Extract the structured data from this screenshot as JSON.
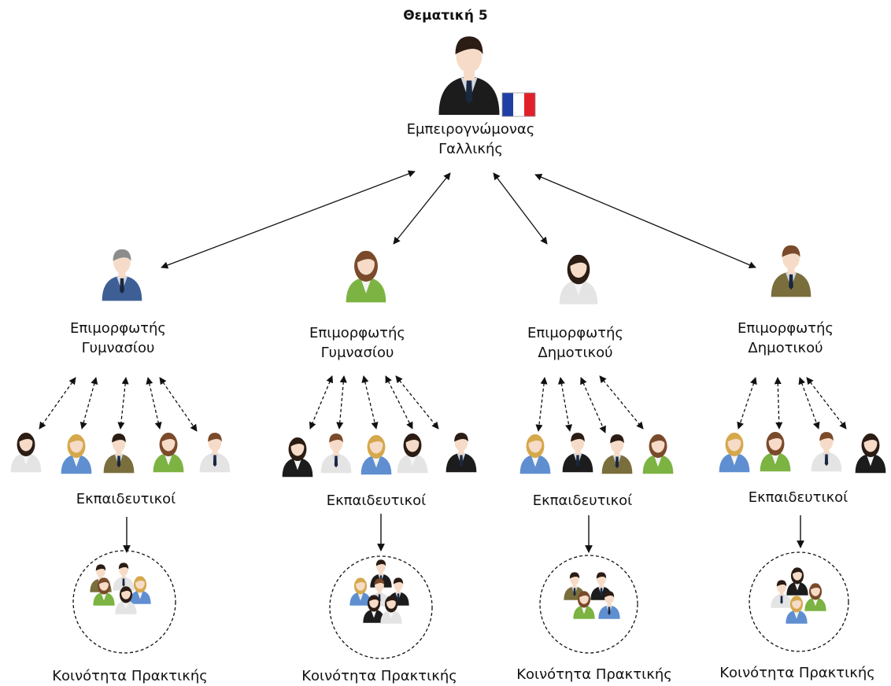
{
  "title": "Θεματική 5",
  "expert": {
    "line1": "Εμπειρογνώμονας",
    "line2": "Γαλλικής"
  },
  "groups": [
    {
      "trainer_line1": "Επιμορφωτής",
      "trainer_line2": "Γυμνασίου",
      "teachers": "Εκπαιδευτικοί",
      "community": "Κοινότητα Πρακτικής"
    },
    {
      "trainer_line1": "Επιμορφωτής",
      "trainer_line2": "Γυμνασίου",
      "teachers": "Εκπαιδευτικοί",
      "community": "Κοινότητα Πρακτικής"
    },
    {
      "trainer_line1": "Επιμορφωτής",
      "trainer_line2": "Δημοτικού",
      "teachers": "Εκπαιδευτικοί",
      "community": "Κοινότητα Πρακτικής"
    },
    {
      "trainer_line1": "Επιμορφωτής",
      "trainer_line2": "Δημοτικού",
      "teachers": "Εκπαιδευτικοί",
      "community": "Κοινότητα Πρακτικής"
    }
  ],
  "colors": {
    "black_suit": "#1c1c1c",
    "blue_suit": "#3e5f96",
    "light_blue_suit": "#5f8fd0",
    "green_suit": "#7cb342",
    "olive_suit": "#7a6e3c",
    "white_shirt": "#e4e4e4",
    "skin": "#f6dcc8",
    "hair_dark": "#2b1c14",
    "hair_brown": "#7a4a2a",
    "hair_blond": "#d6a84c",
    "hair_gray": "#8c8c8c",
    "flag_blue": "#1f3fa3",
    "flag_white": "#ffffff",
    "flag_red": "#e1202a"
  }
}
